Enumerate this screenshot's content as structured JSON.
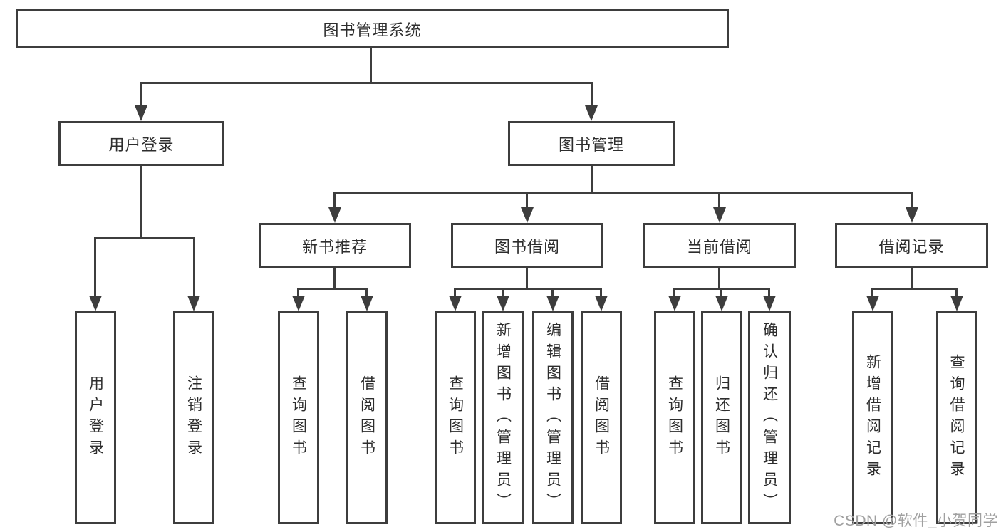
{
  "diagram_title": "图书管理系统",
  "nodes": {
    "root": {
      "label": "图书管理系统"
    },
    "l2": [
      {
        "label": "用户登录"
      },
      {
        "label": "图书管理"
      }
    ],
    "l3": [
      {
        "label": "新书推荐"
      },
      {
        "label": "图书借阅"
      },
      {
        "label": "当前借阅"
      },
      {
        "label": "借阅记录"
      }
    ],
    "leaves": [
      {
        "label": "用户登录"
      },
      {
        "label": "注销登录"
      },
      {
        "label": "查询图书"
      },
      {
        "label": "借阅图书"
      },
      {
        "label": "查询图书"
      },
      {
        "label": "新增图书（管理员）"
      },
      {
        "label": "编辑图书（管理员）"
      },
      {
        "label": "借阅图书"
      },
      {
        "label": "查询图书"
      },
      {
        "label": "归还图书"
      },
      {
        "label": "确认归还（管理员）"
      },
      {
        "label": "新增借阅记录"
      },
      {
        "label": "查询借阅记录"
      }
    ]
  },
  "hierarchy": {
    "图书管理系统": [
      "用户登录",
      "图书管理"
    ],
    "用户登录": [
      "用户登录",
      "注销登录"
    ],
    "图书管理": [
      "新书推荐",
      "图书借阅",
      "当前借阅",
      "借阅记录"
    ],
    "新书推荐": [
      "查询图书",
      "借阅图书"
    ],
    "图书借阅": [
      "查询图书",
      "新增图书（管理员）",
      "编辑图书（管理员）",
      "借阅图书"
    ],
    "当前借阅": [
      "查询图书",
      "归还图书",
      "确认归还（管理员）"
    ],
    "借阅记录": [
      "新增借阅记录",
      "查询借阅记录"
    ]
  },
  "watermark": {
    "text": "CSDN @软件_小贺同学"
  },
  "colors": {
    "line": "#3d3d3d",
    "text": "#2d2d2d",
    "watermark": "#a0a0a0",
    "background": "#ffffff"
  }
}
